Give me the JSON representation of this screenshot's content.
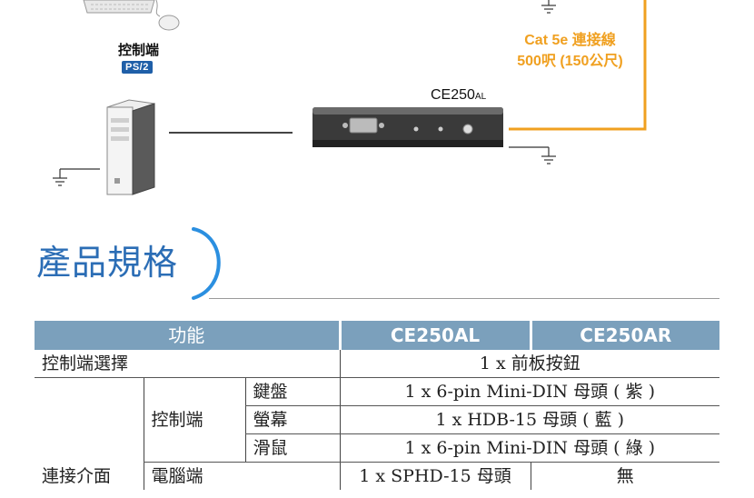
{
  "diagram": {
    "console_label": "控制端",
    "ps2_badge": "PS/2",
    "device_model": "CE250",
    "device_model_suffix": "AL",
    "cable_line1": "Cat 5e 連接線",
    "cable_line2": "500呎 (150公尺)",
    "colors": {
      "cable": "#f0a020",
      "badge": "#1f5fa8"
    }
  },
  "section": {
    "title": "產品規格",
    "accent": "#2b6db5"
  },
  "table": {
    "header": {
      "function": "功能",
      "model_al": "CE250AL",
      "model_ar": "CE250AR"
    },
    "rows": {
      "console_select": {
        "label": "控制端選擇",
        "value": "1 x 前板按鈕"
      },
      "connector_group": "連接介面",
      "console_group": "控制端",
      "keyboard": {
        "label": "鍵盤",
        "value": "1 x 6-pin Mini-DIN 母頭 ( 紫 )"
      },
      "monitor": {
        "label": "螢幕",
        "value": "1 x HDB-15 母頭 ( 藍 )"
      },
      "mouse": {
        "label": "滑鼠",
        "value": "1 x 6-pin Mini-DIN 母頭 ( 綠 )"
      },
      "computer": {
        "label": "電腦端",
        "value_al": "1 x SPHD-15 母頭",
        "value_ar": "無"
      }
    }
  }
}
